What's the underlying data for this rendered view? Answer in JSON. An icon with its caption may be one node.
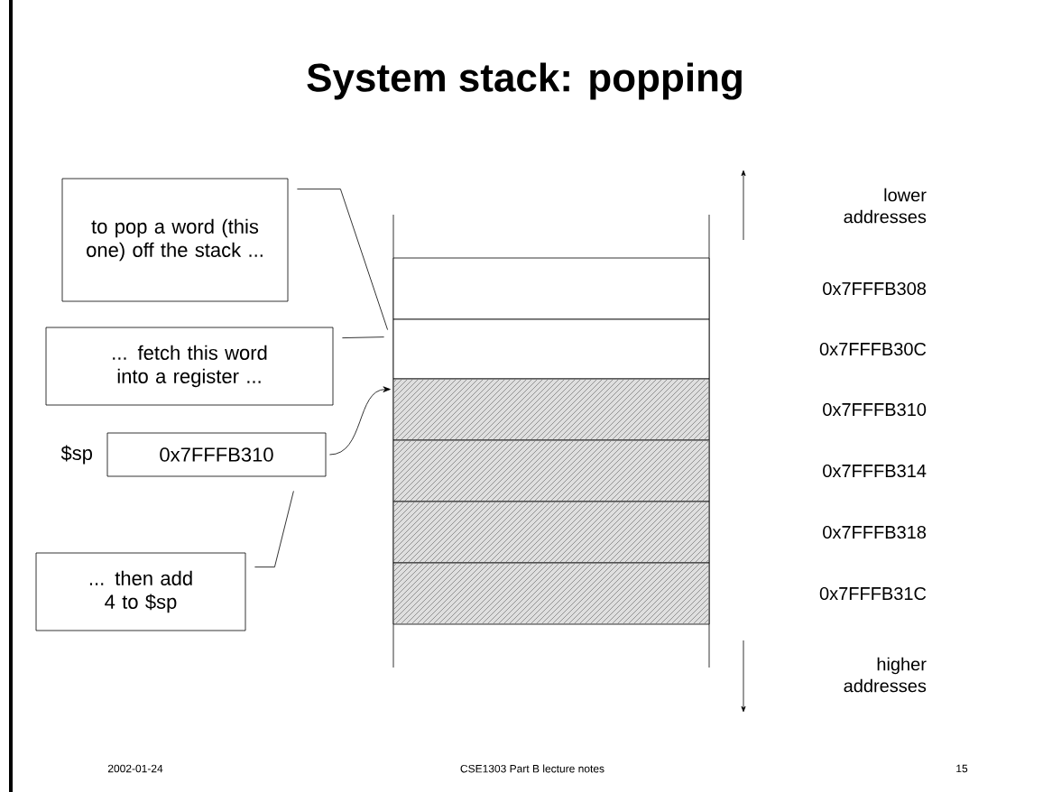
{
  "diagram": {
    "title": "System stack: popping",
    "nodes": [
      {
        "text": [
          "to pop a word (this one) off the stack ..."
        ]
      },
      {
        "text": [
          "... fetch this word into a register ..."
        ]
      },
      {
        "text": [
          "0x7FFFB310"
        ],
        "beside": [
          "$sp"
        ]
      },
      {
        "text": [
          "... then add 4 to $sp"
        ]
      },
      {
        "text": [],
        "shape": "box"
      },
      {
        "text": [],
        "shape": "box"
      },
      {
        "text": [],
        "shape": "box"
      },
      {
        "text": [],
        "shape": "box"
      },
      {
        "text": [],
        "shape": "box"
      },
      {
        "text": [],
        "shape": "box"
      }
    ],
    "edges": [
      {
        "from": 0,
        "to": 5,
        "arrow": "none"
      },
      {
        "from": 1,
        "to": 5,
        "arrow": "none"
      },
      {
        "from": 2,
        "to": 6,
        "arrow": "to"
      },
      {
        "from": 3,
        "to": 2,
        "arrow": "none"
      }
    ],
    "labels": [
      "lower addresses",
      "0x7FFFB308",
      "0x7FFFB30C",
      "0x7FFFB310",
      "0x7FFFB314",
      "0x7FFFB318",
      "0x7FFFB31C",
      "higher addresses",
      "2002-01-24",
      "CSE1303 Part B lecture notes",
      "15"
    ]
  }
}
